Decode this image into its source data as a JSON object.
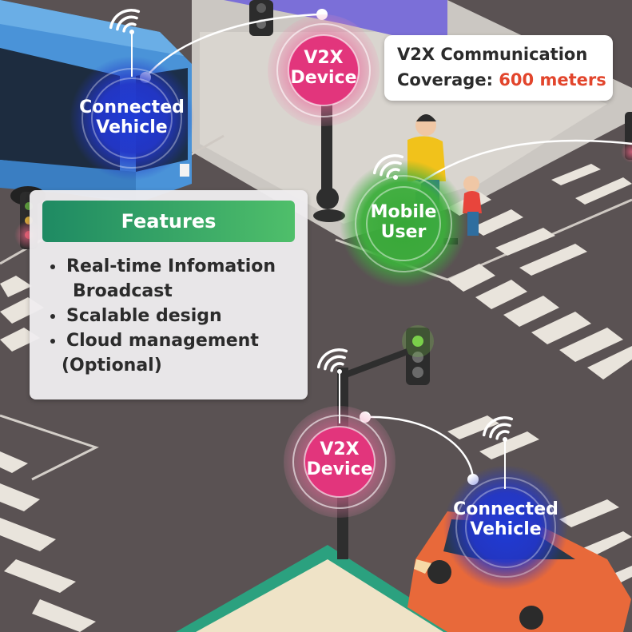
{
  "nodes": {
    "connected_vehicle_top": {
      "line1": "Connected",
      "line2": "Vehicle"
    },
    "v2x_device_top": {
      "line1": "V2X",
      "line2": "Device"
    },
    "mobile_user": {
      "line1": "Mobile",
      "line2": "User"
    },
    "v2x_device_bottom": {
      "line1": "V2X",
      "line2": "Device"
    },
    "connected_vehicle_bottom": {
      "line1": "Connected",
      "line2": "Vehicle"
    }
  },
  "coverage": {
    "label_line1": "V2X Communication",
    "label_prefix": "Coverage:",
    "value": "600 meters"
  },
  "features": {
    "title": "Features",
    "items": [
      {
        "line1": "Real-time Infomation",
        "line2": "Broadcast"
      },
      {
        "line1": "Scalable design"
      },
      {
        "line1": "Cloud management",
        "line2": "(Optional)"
      }
    ]
  },
  "colors": {
    "vehicle_node": "#1f3bd6",
    "device_node": "#e2357c",
    "user_node": "#37a838",
    "coverage_value": "#e2452c",
    "features_gradient_start": "#1e8a63",
    "features_gradient_end": "#4fbf6a"
  }
}
